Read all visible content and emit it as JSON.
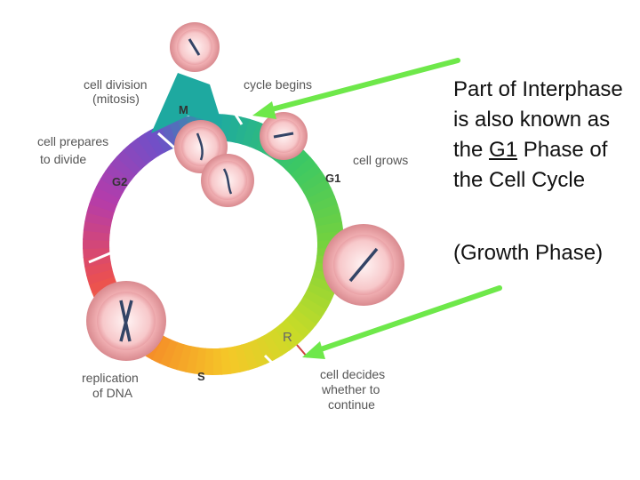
{
  "diagram": {
    "labels": {
      "cell_division": [
        "cell division",
        "(mitosis)"
      ],
      "cycle_begins": "cycle begins",
      "cell_prepares": [
        "cell prepares",
        "to divide"
      ],
      "cell_grows": "cell grows",
      "replication": [
        "replication",
        "of DNA"
      ],
      "cell_decides": [
        "cell decides",
        "whether to",
        "continue"
      ],
      "restriction_point": "R"
    },
    "phases": {
      "m": "M",
      "g1": "G1",
      "g2": "G2",
      "s": "S"
    }
  },
  "note": {
    "part1": "Part of Interphase is also known as the ",
    "g1": "G1",
    "part2": " Phase of the Cell Cycle",
    "growth": "(Growth Phase)"
  },
  "colors": {
    "arrow": "#6ee84a",
    "r_tick": "#d04040"
  }
}
